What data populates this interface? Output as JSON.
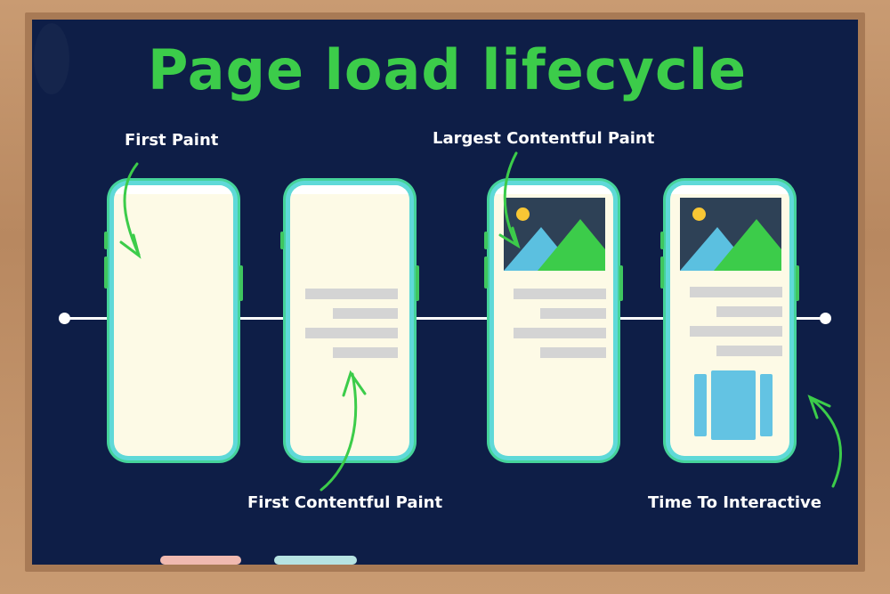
{
  "title": "Page load lifecycle",
  "milestones": [
    {
      "label": "First Paint",
      "stage": 1
    },
    {
      "label": "First Contentful Paint",
      "stage": 2
    },
    {
      "label": "Largest Contentful Paint",
      "stage": 3
    },
    {
      "label": "Time To Interactive",
      "stage": 4
    }
  ],
  "colors": {
    "board": "#0e1e47",
    "title": "#3ccc4a",
    "arrow": "#3ccc4a",
    "phone_border": "#45d39a",
    "phone_bezel": "#5fd9d8",
    "screen": "#fdfae6",
    "text_placeholder": "#d4d4d4",
    "image_bg": "#2e4156",
    "mountain_light": "#5bc0e0",
    "mountain_dark": "#3ccc4a",
    "sun": "#f8c634",
    "widget": "#63c3e3",
    "chalk_pink": "#f0b9b0",
    "chalk_blue": "#b6e3e2",
    "frame": "#c4946a"
  },
  "decor": {
    "chalk": [
      "pink-chalk",
      "blue-chalk"
    ]
  }
}
